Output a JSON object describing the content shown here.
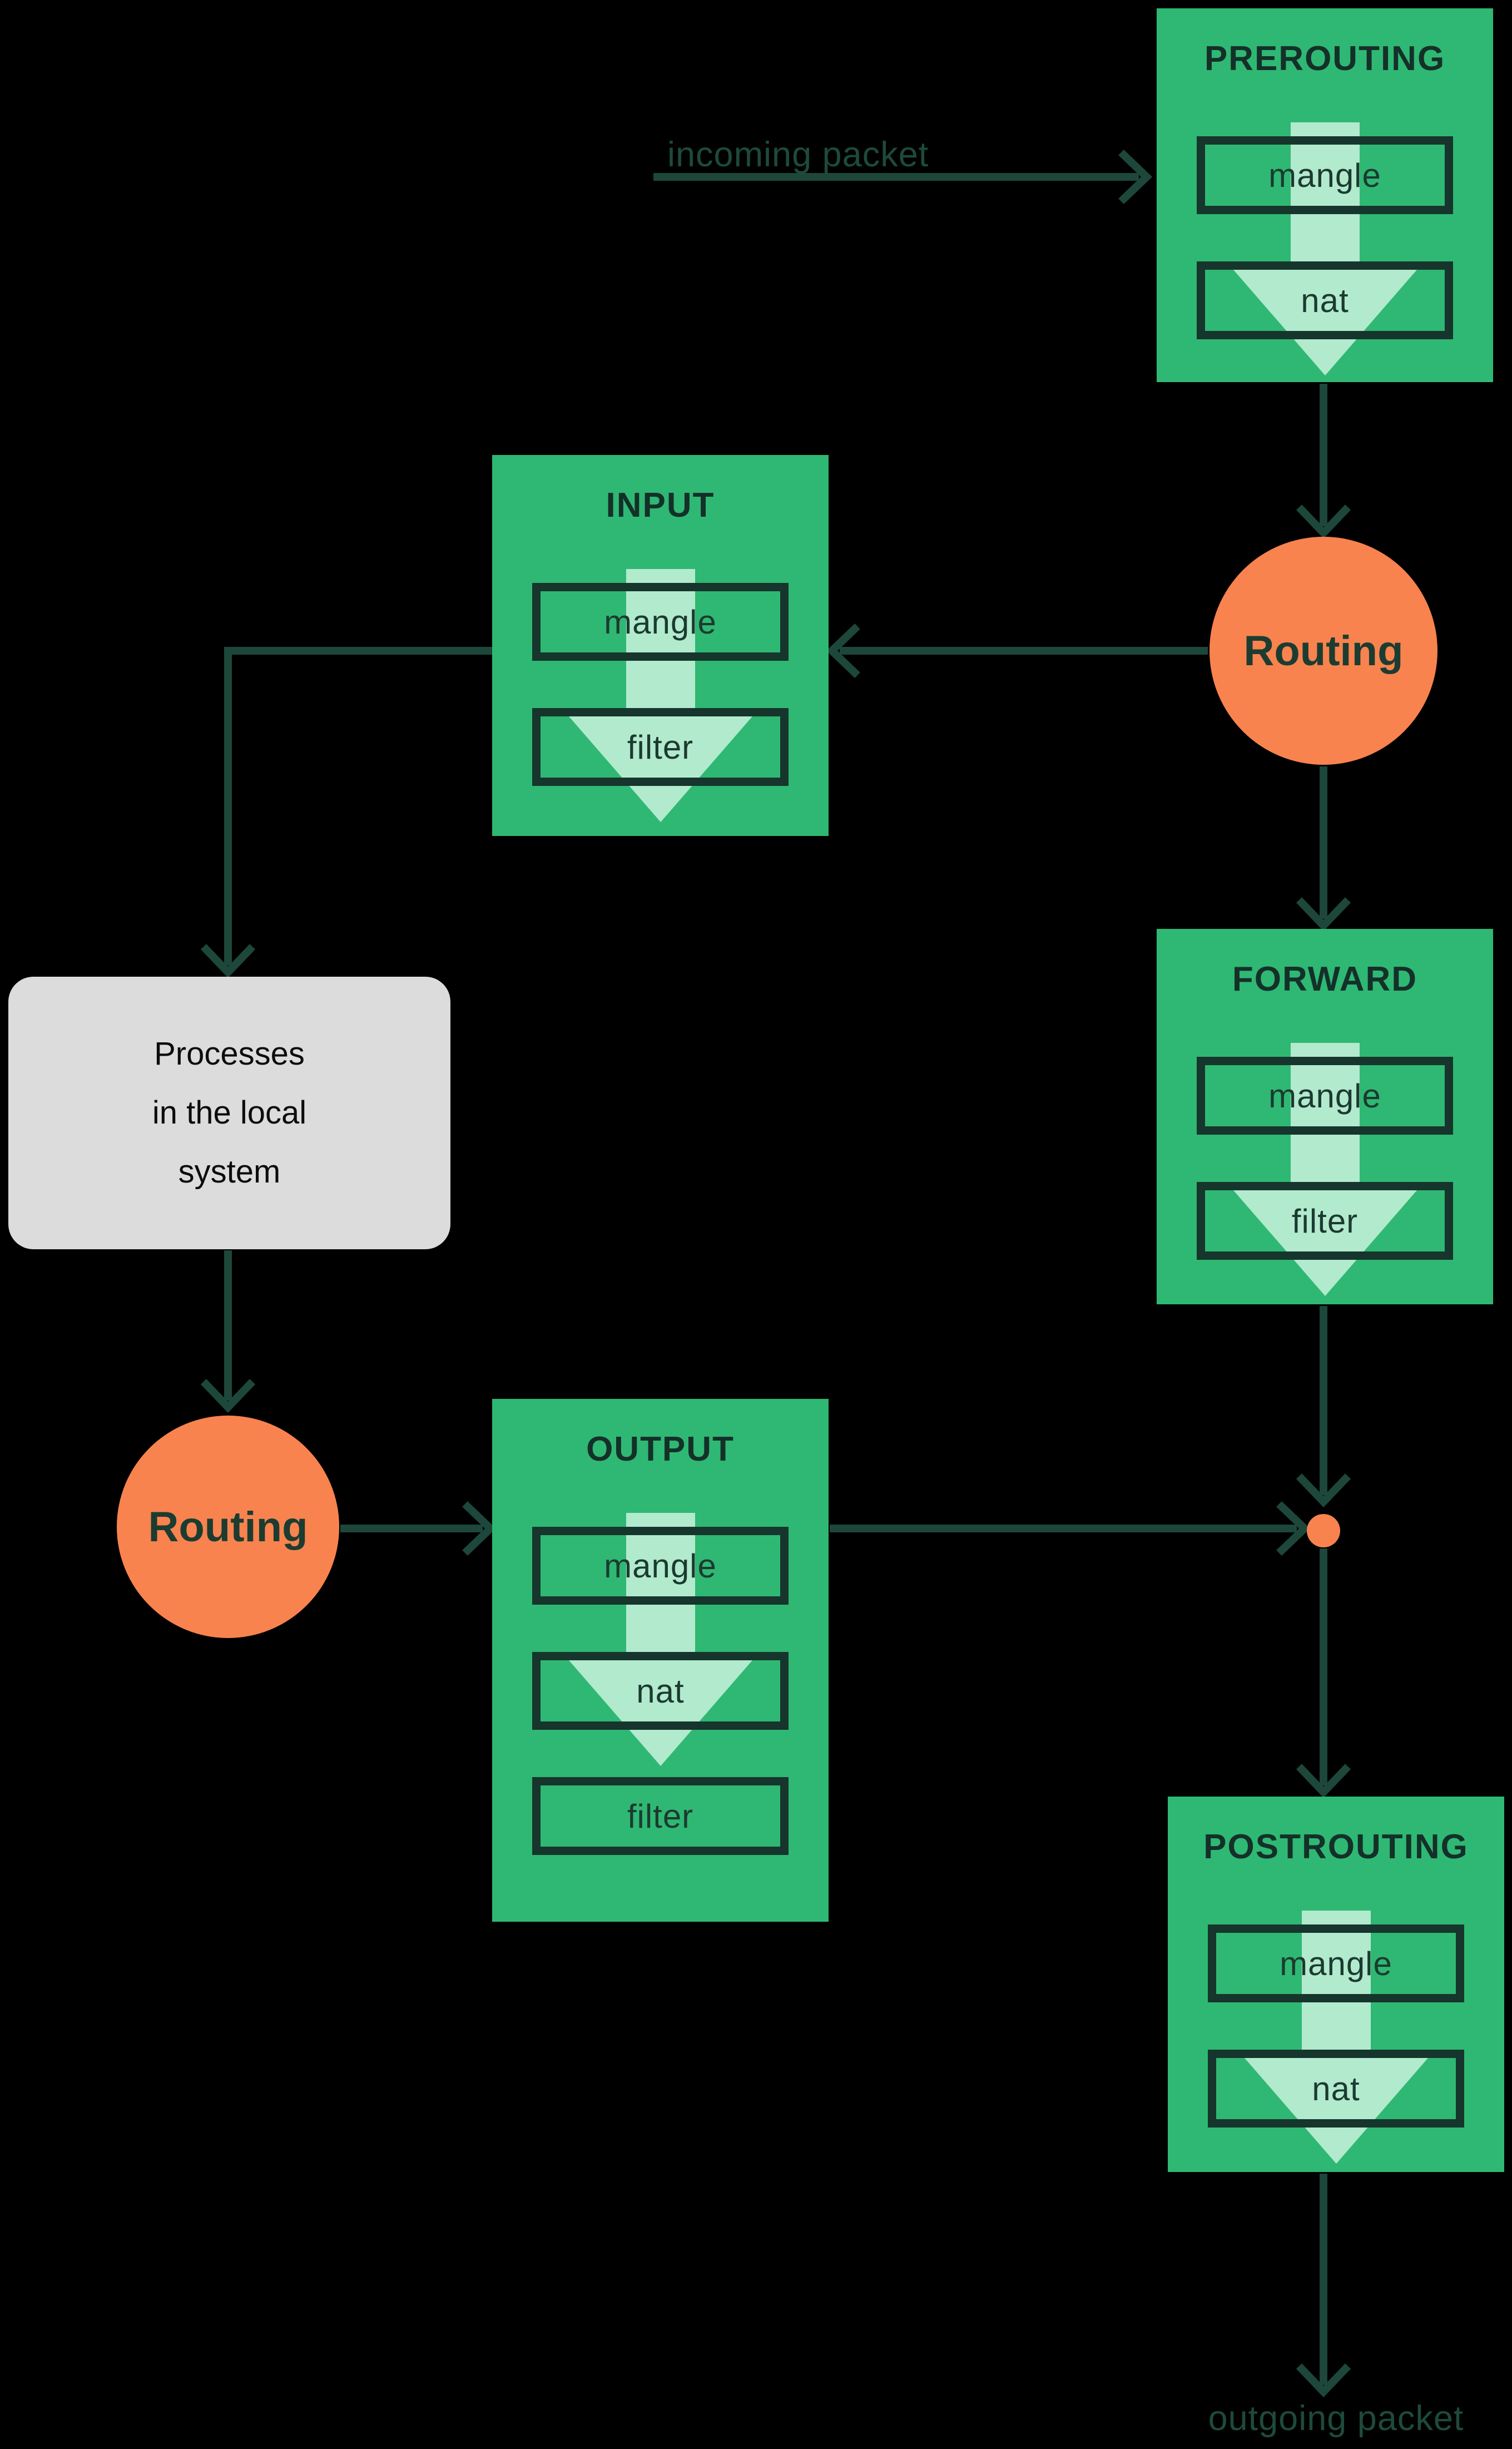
{
  "labels": {
    "incoming_packet": "incoming packet",
    "outgoing_packet": "outgoing packet"
  },
  "chains": {
    "prerouting": {
      "title": "PREROUTING",
      "tables": [
        "mangle",
        "nat"
      ]
    },
    "input": {
      "title": "INPUT",
      "tables": [
        "mangle",
        "filter"
      ]
    },
    "forward": {
      "title": "FORWARD",
      "tables": [
        "mangle",
        "filter"
      ]
    },
    "output": {
      "title": "OUTPUT",
      "tables": [
        "mangle",
        "nat",
        "filter"
      ]
    },
    "postrouting": {
      "title": "POSTROUTING",
      "tables": [
        "mangle",
        "nat"
      ]
    }
  },
  "nodes": {
    "routing_top": {
      "label": "Routing"
    },
    "routing_bottom": {
      "label": "Routing"
    },
    "local_processes": {
      "lines": [
        "Processes",
        "in the local",
        "system"
      ]
    }
  },
  "colors": {
    "background": "#000000",
    "chain_box_green": "#2fb873",
    "flow_arrow_light_green": "#b2eace",
    "box_border_dark_teal": "#16352c",
    "connector_dark_green": "#1d473a",
    "routing_orange": "#f8834e",
    "processes_gray": "#dcdcdc"
  }
}
